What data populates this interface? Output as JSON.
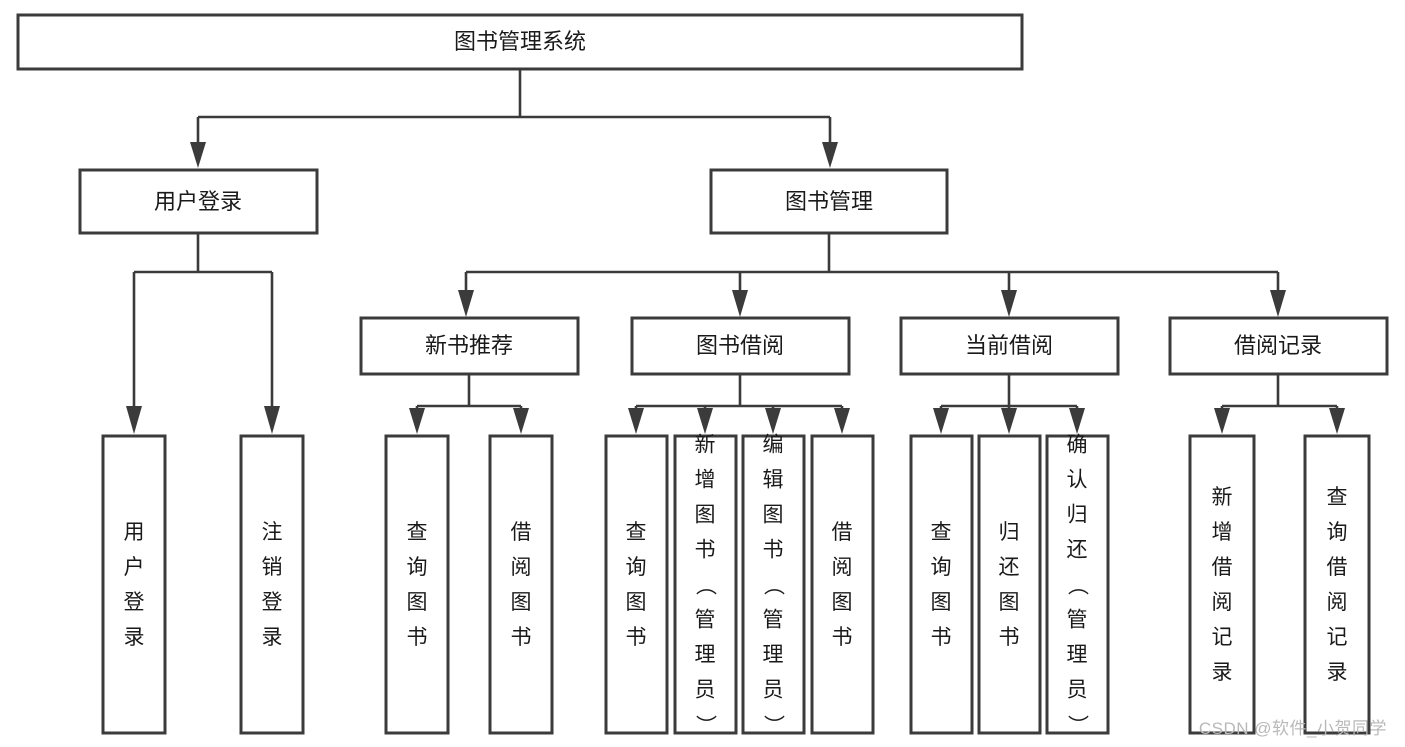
{
  "diagram": {
    "type": "tree",
    "title": "图书管理系统",
    "watermark": "CSDN @软件_小贺同学",
    "colors": {
      "box_stroke": "#3b3b3b",
      "box_fill": "#ffffff",
      "connector": "#3b3b3b",
      "text": "#1a1a1a",
      "background": "#ffffff",
      "watermark": "#b9b9b9"
    },
    "root": {
      "label": "图书管理系统"
    },
    "level2": [
      {
        "label": "用户登录"
      },
      {
        "label": "图书管理"
      }
    ],
    "level3": [
      {
        "label": "新书推荐"
      },
      {
        "label": "图书借阅"
      },
      {
        "label": "当前借阅"
      },
      {
        "label": "借阅记录"
      }
    ],
    "leaves": {
      "user_login": [
        {
          "label": "用户登录"
        },
        {
          "label": "注销登录"
        }
      ],
      "new_book_recommend": [
        {
          "label": "查询图书"
        },
        {
          "label": "借阅图书"
        }
      ],
      "book_borrow": [
        {
          "label": "查询图书"
        },
        {
          "label": "新增图书（管理员）"
        },
        {
          "label": "编辑图书（管理员）"
        },
        {
          "label": "借阅图书"
        }
      ],
      "current_borrow": [
        {
          "label": "查询图书"
        },
        {
          "label": "归还图书"
        },
        {
          "label": "确认归还（管理员）"
        }
      ],
      "borrow_record": [
        {
          "label": "新增借阅记录"
        },
        {
          "label": "查询借阅记录"
        }
      ]
    }
  }
}
